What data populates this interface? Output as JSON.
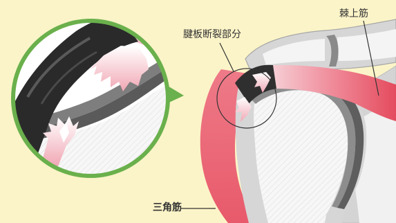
{
  "labels": {
    "tear_site": "腱板断裂部分",
    "supraspinatus": "棘上筋",
    "deltoid": "三角筋"
  },
  "colors": {
    "background": "#fbf4c8",
    "bone": "#d9d9d9",
    "bone_inner": "#f5f5f5",
    "cartilage": "#7a7a7a",
    "tendon": "#2f2f2f",
    "muscle": "#e8596a",
    "magnifier_ring": "#6ab04c"
  }
}
